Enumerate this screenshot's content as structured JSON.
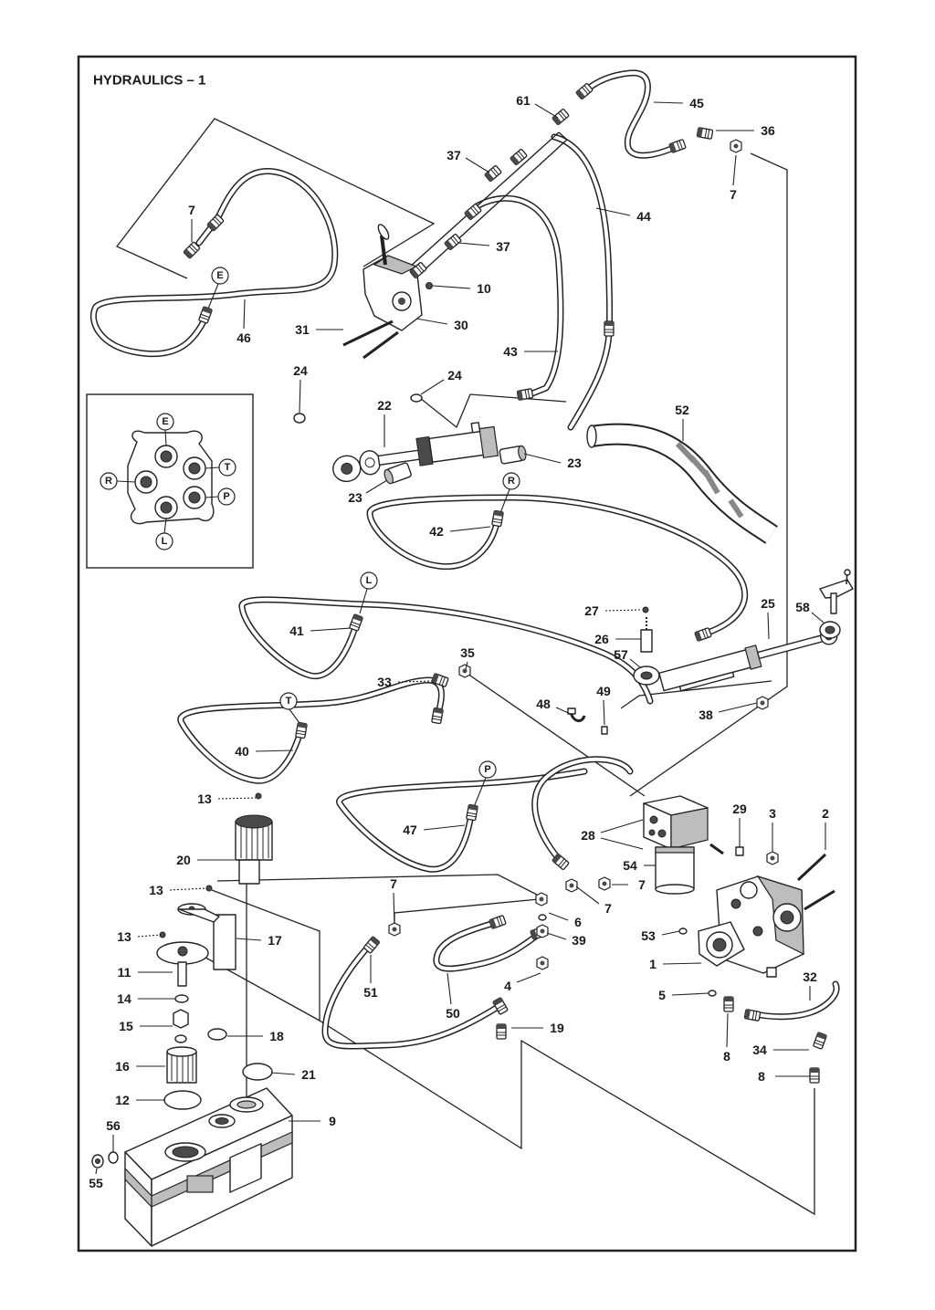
{
  "title": "HYDRAULICS – 1",
  "callouts": [
    "61",
    "45",
    "36",
    "7",
    "37",
    "44",
    "7",
    "37",
    "10",
    "31",
    "30",
    "46",
    "43",
    "24",
    "24",
    "22",
    "52",
    "23",
    "23",
    "42",
    "41",
    "27",
    "25",
    "58",
    "26",
    "57",
    "35",
    "33",
    "48",
    "49",
    "38",
    "40",
    "13",
    "29",
    "3",
    "2",
    "47",
    "28",
    "20",
    "54",
    "7",
    "7",
    "7",
    "13",
    "6",
    "53",
    "13",
    "17",
    "39",
    "1",
    "11",
    "4",
    "51",
    "32",
    "14",
    "5",
    "50",
    "15",
    "19",
    "18",
    "34",
    "8",
    "16",
    "21",
    "8",
    "12",
    "9",
    "56",
    "55"
  ],
  "inset_ports": [
    "E",
    "T",
    "R",
    "P",
    "L"
  ],
  "hose_tags": [
    "E",
    "R",
    "L",
    "T",
    "P"
  ],
  "colors": {
    "line": "#222222",
    "background": "#ffffff",
    "shade": "#bdbdbd"
  }
}
